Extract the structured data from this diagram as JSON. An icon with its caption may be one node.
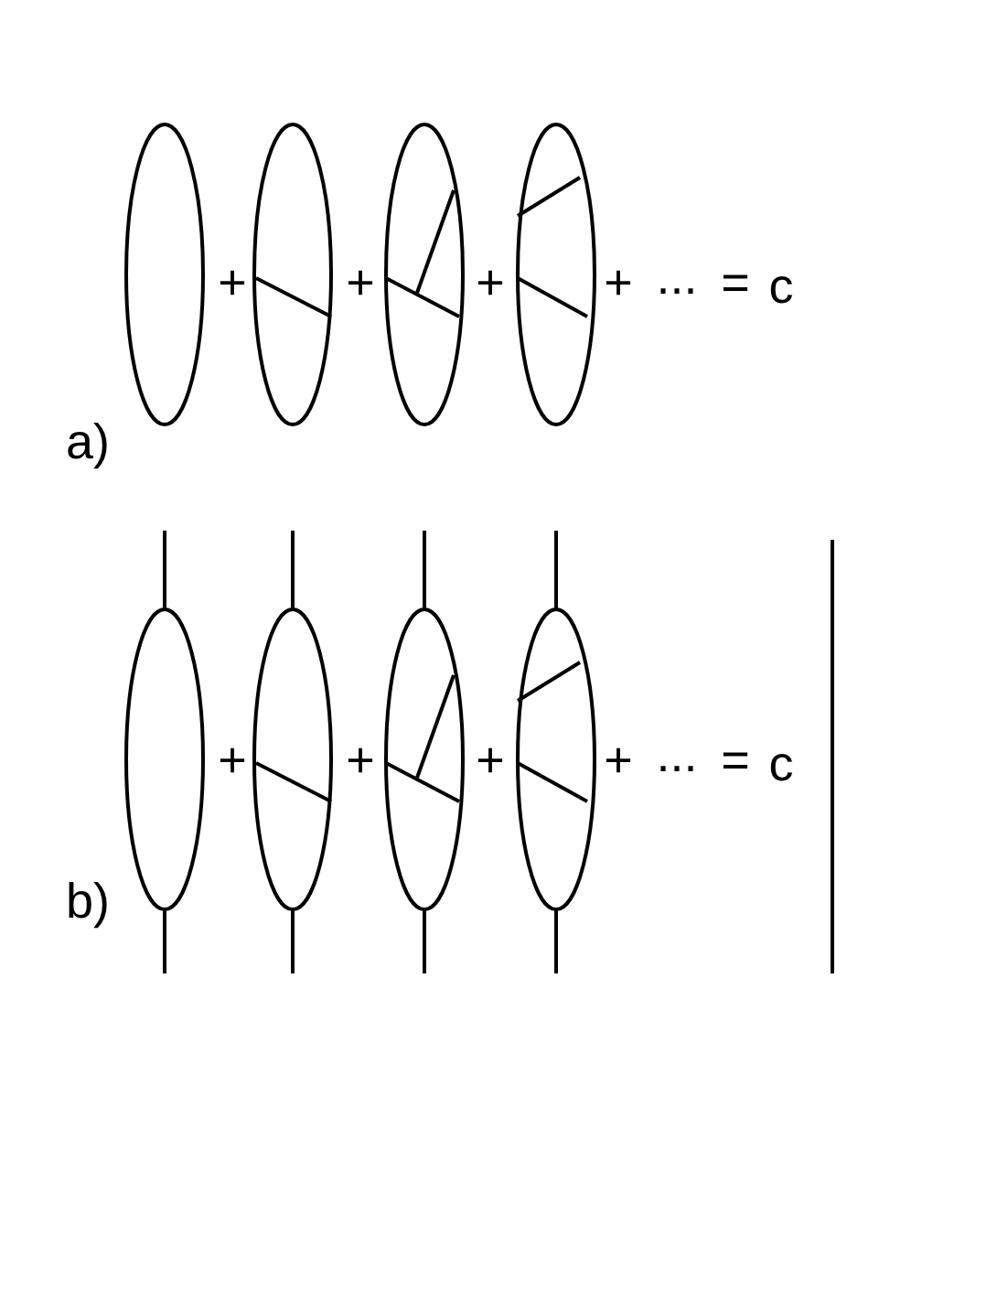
{
  "diagram": {
    "labels": [
      "+",
      "+",
      "+",
      "+",
      "...",
      "=",
      "c",
      "a)",
      "+",
      "+",
      "+",
      "+",
      "...",
      "=",
      "c",
      "b)"
    ]
  }
}
